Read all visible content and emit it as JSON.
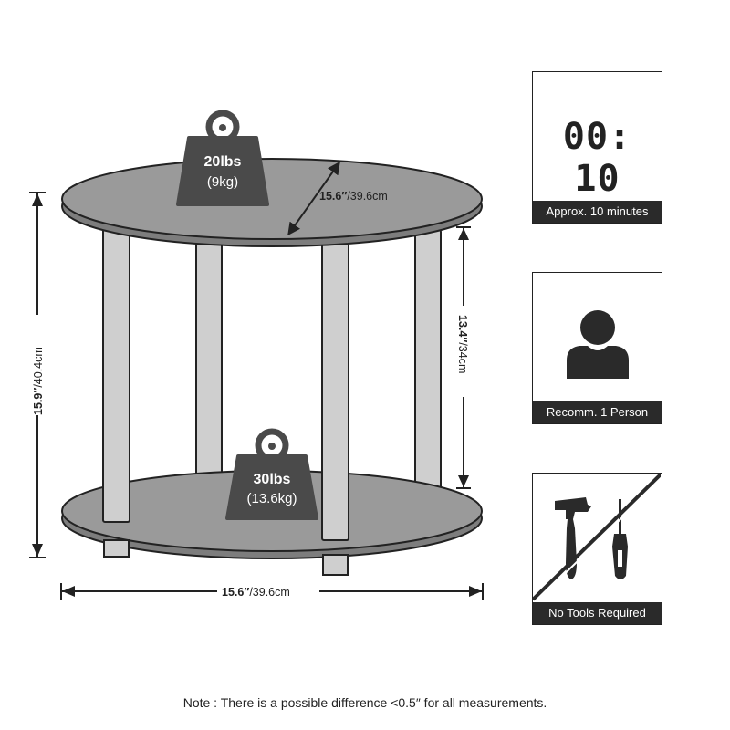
{
  "dimensions": {
    "top_diameter": "15.6″",
    "top_diameter_metric": "/39.6cm",
    "width": "15.6″",
    "width_metric": "/39.6cm",
    "height": "15.9″",
    "height_metric": "/40.4cm",
    "shelf_gap": "13.4″",
    "shelf_gap_metric": "/34cm"
  },
  "weights": {
    "top": {
      "lbs": "20lbs",
      "kg": "(9kg)"
    },
    "bottom": {
      "lbs": "30lbs",
      "kg": "(13.6kg)"
    }
  },
  "features": [
    {
      "icon": "timer-icon",
      "display": "00: 10",
      "caption": "Approx. 10 minutes"
    },
    {
      "icon": "person-icon",
      "caption": "Recomm. 1 Person"
    },
    {
      "icon": "no-tools-icon",
      "caption": "No Tools Required"
    }
  ],
  "note": "Note : There is a possible difference <0.5″ for all measurements.",
  "colors": {
    "shelf": "#9a9a9a",
    "shelf_edge": "#7d7d7d",
    "leg": "#cfcfcf",
    "weight": "#4a4a4a",
    "caption_bg": "#2a2a2a"
  }
}
